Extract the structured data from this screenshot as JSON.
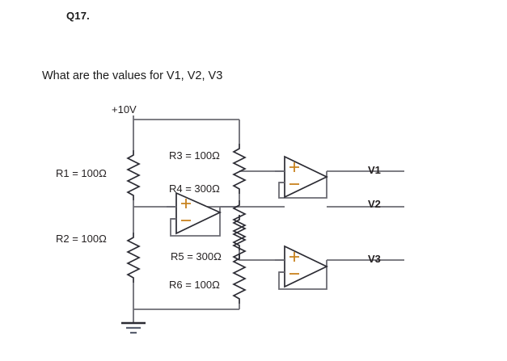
{
  "question": {
    "number": "Q17.",
    "prompt": "What are the values for V1, V2, V3"
  },
  "circuit": {
    "supply_label": "+10V",
    "ground_symbol": "earth-ground",
    "resistors": [
      {
        "id": "R1",
        "label": "R1 = 100Ω",
        "value": 100,
        "unit": "Ω"
      },
      {
        "id": "R2",
        "label": "R2 = 100Ω",
        "value": 100,
        "unit": "Ω"
      },
      {
        "id": "R3",
        "label": "R3 = 100Ω",
        "value": 100,
        "unit": "Ω"
      },
      {
        "id": "R4",
        "label": "R4 = 300Ω",
        "value": 300,
        "unit": "Ω"
      },
      {
        "id": "R5",
        "label": "R5 = 300Ω",
        "value": 300,
        "unit": "Ω"
      },
      {
        "id": "R6",
        "label": "R6 = 100Ω",
        "value": 100,
        "unit": "Ω"
      }
    ],
    "opamps": [
      {
        "id": "U1",
        "plus_label": "+",
        "minus_label": "-",
        "output_label": "V1",
        "configuration": "voltage-follower"
      },
      {
        "id": "U2",
        "plus_label": "+",
        "minus_label": "-",
        "output_label": "V2",
        "configuration": "voltage-follower"
      },
      {
        "id": "U3",
        "plus_label": "+",
        "minus_label": "-",
        "output_label": "V3",
        "configuration": "voltage-follower"
      }
    ],
    "outputs": [
      {
        "id": "V1",
        "label": "V1"
      },
      {
        "id": "V2",
        "label": "V2"
      },
      {
        "id": "V3",
        "label": "V3"
      }
    ],
    "colors": {
      "wire": "#6b6b73",
      "component": "#2b2b33",
      "text": "#231f20",
      "background": "#ffffff"
    }
  }
}
